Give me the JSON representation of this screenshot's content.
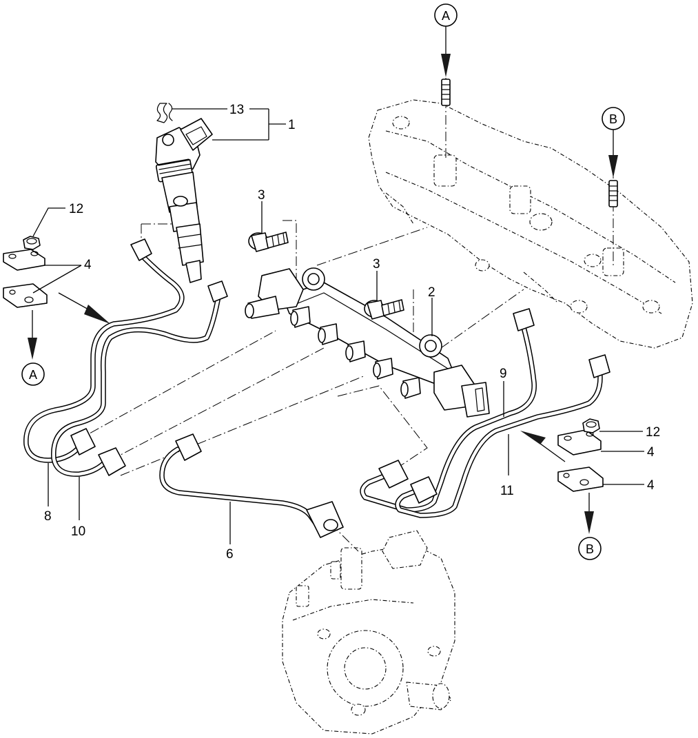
{
  "callouts": {
    "c1": "1",
    "c2": "2",
    "c3a": "3",
    "c3b": "3",
    "c4a": "4",
    "c4b": "4",
    "c4c": "4",
    "c6": "6",
    "c8": "8",
    "c9": "9",
    "c10": "10",
    "c11": "11",
    "c12a": "12",
    "c12b": "12",
    "c13": "13"
  },
  "references": {
    "a_top": "A",
    "b_top": "B",
    "a_bottom": "A",
    "b_bottom": "B"
  },
  "colors": {
    "line": "#000000",
    "background": "#ffffff"
  }
}
